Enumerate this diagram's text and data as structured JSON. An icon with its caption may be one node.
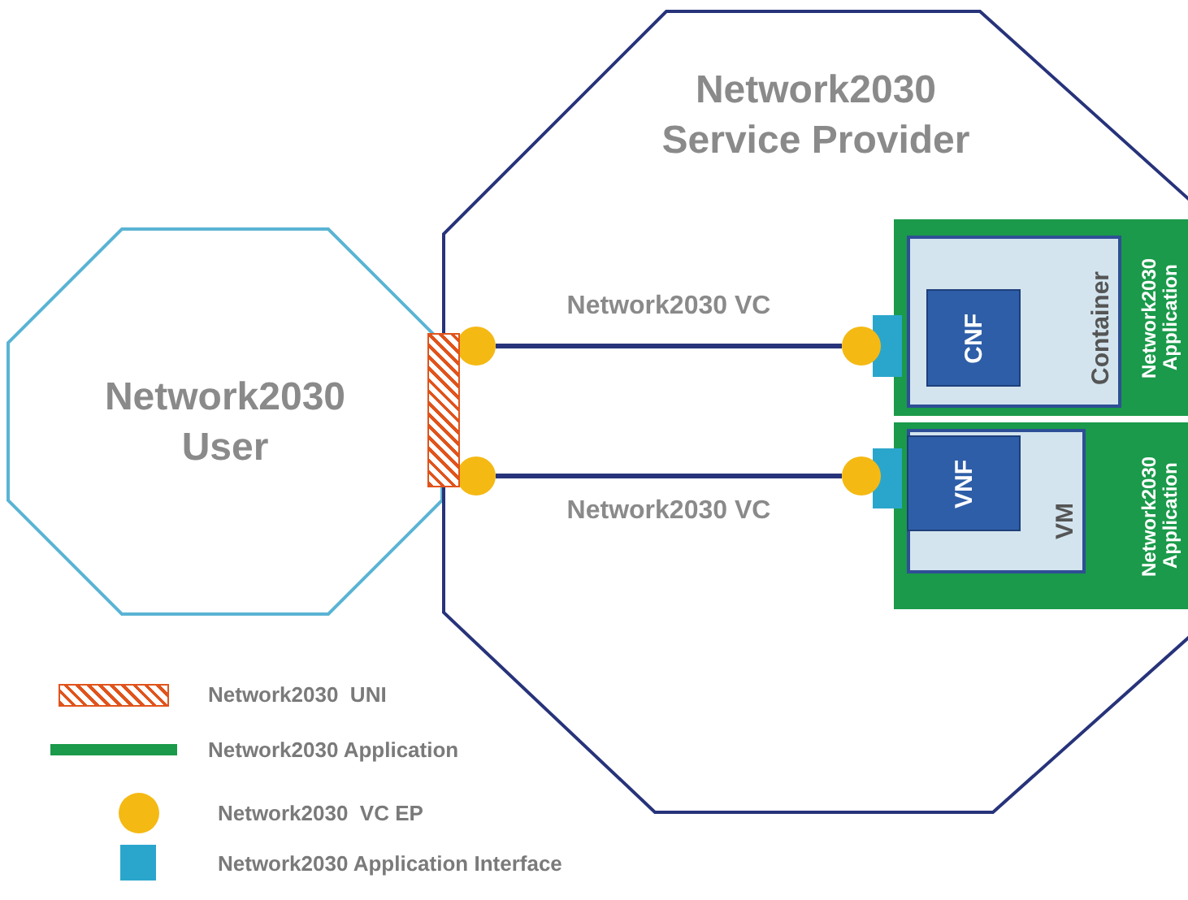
{
  "diagram": {
    "nodes": [
      {
        "text": [
          "Network2030 User"
        ]
      },
      {
        "text": [
          "Network2030 Service Provider"
        ]
      },
      {
        "text": [],
        "shape": "bar"
      },
      {
        "text": [],
        "shape": "circle",
        "in": 1
      },
      {
        "text": [],
        "shape": "circle",
        "in": 1
      },
      {
        "text": [],
        "shape": "circle",
        "in": 1
      },
      {
        "text": [],
        "shape": "circle",
        "in": 1
      },
      {
        "text": [
          "Network2030 Application"
        ],
        "in": 1
      },
      {
        "text": [
          "Container"
        ],
        "in": 7
      },
      {
        "text": [
          "CNF"
        ],
        "in": 8
      },
      {
        "text": [],
        "shape": "box",
        "in": 1
      },
      {
        "text": [
          "Network2030 Application"
        ],
        "in": 1
      },
      {
        "text": [
          "VM"
        ],
        "in": 11
      },
      {
        "text": [
          "VNF"
        ],
        "in": 12
      },
      {
        "text": [],
        "shape": "box",
        "in": 1
      }
    ],
    "edges": [
      {
        "from": 3,
        "to": 5,
        "arrow": "none",
        "label": "Network2030 VC"
      },
      {
        "from": 4,
        "to": 6,
        "arrow": "none",
        "label": "Network2030 VC"
      }
    ],
    "legend": [
      {
        "text": "Network2030  UNI"
      },
      {
        "text": "Network2030 Application",
        "color": "#1a9a4a"
      },
      {
        "text": "Network2030  VC EP",
        "color": "#f5b914"
      },
      {
        "text": "Network2030 Application Interface",
        "color": "#2aa6cc"
      }
    ]
  }
}
